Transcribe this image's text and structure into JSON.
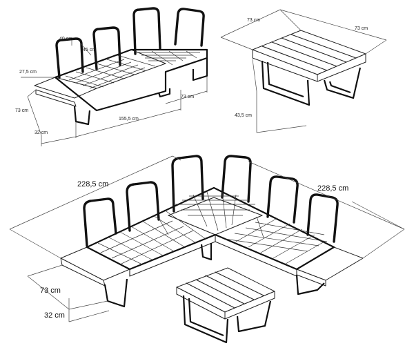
{
  "sofa_module": {
    "dims": {
      "arm_height": "40 cm",
      "back_height": "45 cm",
      "arm_width": "27,5 cm",
      "depth": "73 cm",
      "seat_height": "32 cm",
      "length": "155,5 cm",
      "module_depth": "73 cm"
    }
  },
  "coffee_table": {
    "dims": {
      "length": "73 cm",
      "width": "73 cm",
      "height": "43,5 cm"
    }
  },
  "corner_set": {
    "dims": {
      "left_length": "228,5 cm",
      "right_length": "228,5 cm",
      "depth": "73 cm",
      "seat_height": "32 cm"
    }
  }
}
